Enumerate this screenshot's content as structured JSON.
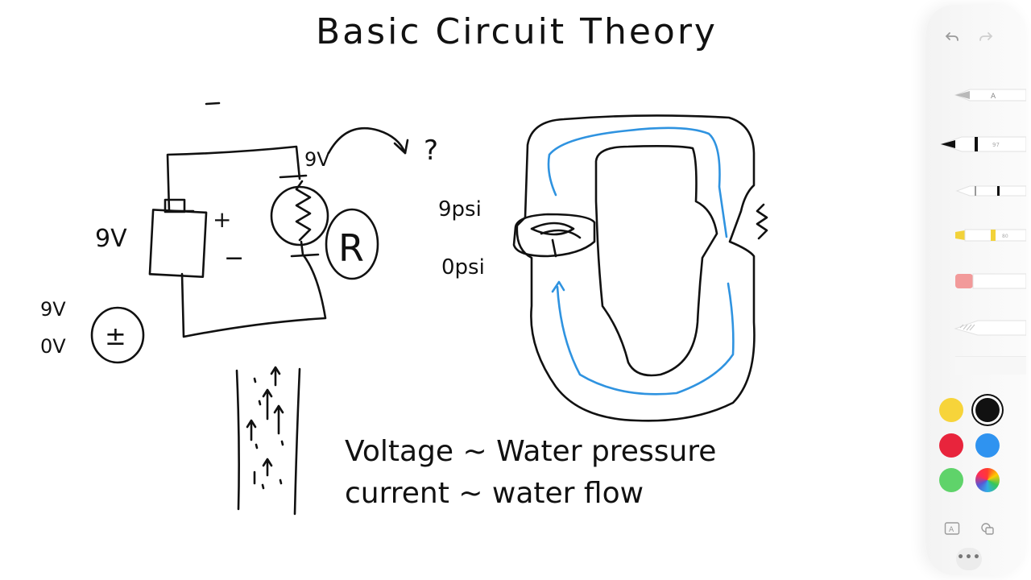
{
  "canvas": {
    "title": "Basic Circuit Theory",
    "labels": {
      "battery_voltage": "9V",
      "plus": "+",
      "minus": "−",
      "top_node": "9V",
      "question": "?",
      "resistor": "R",
      "pressure_high": "9psi",
      "pressure_low": "0psi",
      "nine_v": "9V",
      "zero_v": "0V",
      "symbol": "±"
    },
    "analogies": [
      "Voltage ~ Water pressure",
      "current ~ water flow"
    ]
  },
  "toolbar": {
    "undo_icon": "undo-icon",
    "redo_icon": "redo-icon",
    "tools": [
      "monoline-pen",
      "pen",
      "fineliner",
      "highlighter",
      "eraser",
      "pattern-brush",
      "ruler"
    ],
    "colors": {
      "yellow": "#f7d43a",
      "black": "#111111",
      "red": "#e8243c",
      "blue": "#2f93f0",
      "green": "#5fd36a",
      "multicolor": "color-wheel"
    },
    "selected_color": "black",
    "more_label": "•••"
  }
}
